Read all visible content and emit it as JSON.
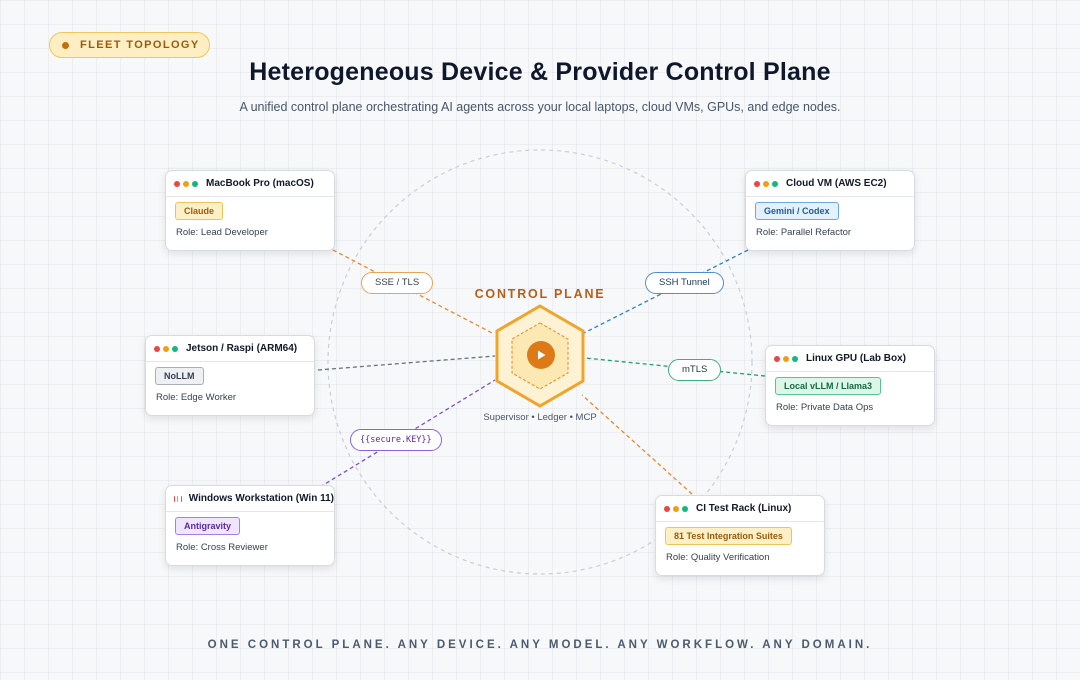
{
  "badge": "FLEET TOPOLOGY",
  "title": "Heterogeneous Device & Provider Control Plane",
  "subtitle": "A unified control plane orchestrating AI agents across your local laptops, cloud VMs, GPUs, and edge nodes.",
  "control_plane": {
    "label": "CONTROL PLANE",
    "services": "Supervisor • Ledger • MCP",
    "icon": "play-icon"
  },
  "nodes": [
    {
      "name": "MacBook Pro (macOS)",
      "tag": "Claude",
      "role": "Role: Lead Developer",
      "color": "#e7892a"
    },
    {
      "name": "Cloud VM (AWS EC2)",
      "tag": "Gemini / Codex",
      "role": "Role: Parallel Refactor",
      "color": "#2f7fc1"
    },
    {
      "name": "Jetson / Raspi (ARM64)",
      "tag": "NoLLM",
      "role": "Role: Edge Worker",
      "color": "#6b7280"
    },
    {
      "name": "Linux GPU (Lab Box)",
      "tag": "Local vLLM / Llama3",
      "role": "Role: Private Data Ops",
      "color": "#21a06a"
    },
    {
      "name": "Windows Workstation (Win 11)",
      "tag": "Antigravity",
      "role": "Role: Cross Reviewer",
      "color": "#7c4fd6"
    },
    {
      "name": "CI Test Rack (Linux)",
      "tag": "81 Test Integration Suites",
      "role": "Role: Quality Verification",
      "color": "#e7892a"
    }
  ],
  "links": {
    "sse": "SSE / TLS",
    "ssh": "SSH Tunnel",
    "mtls": "mTLS",
    "secure": "{{secure.KEY}}"
  },
  "footer": "ONE CONTROL PLANE. ANY DEVICE. ANY MODEL. ANY WORKFLOW. ANY DOMAIN."
}
